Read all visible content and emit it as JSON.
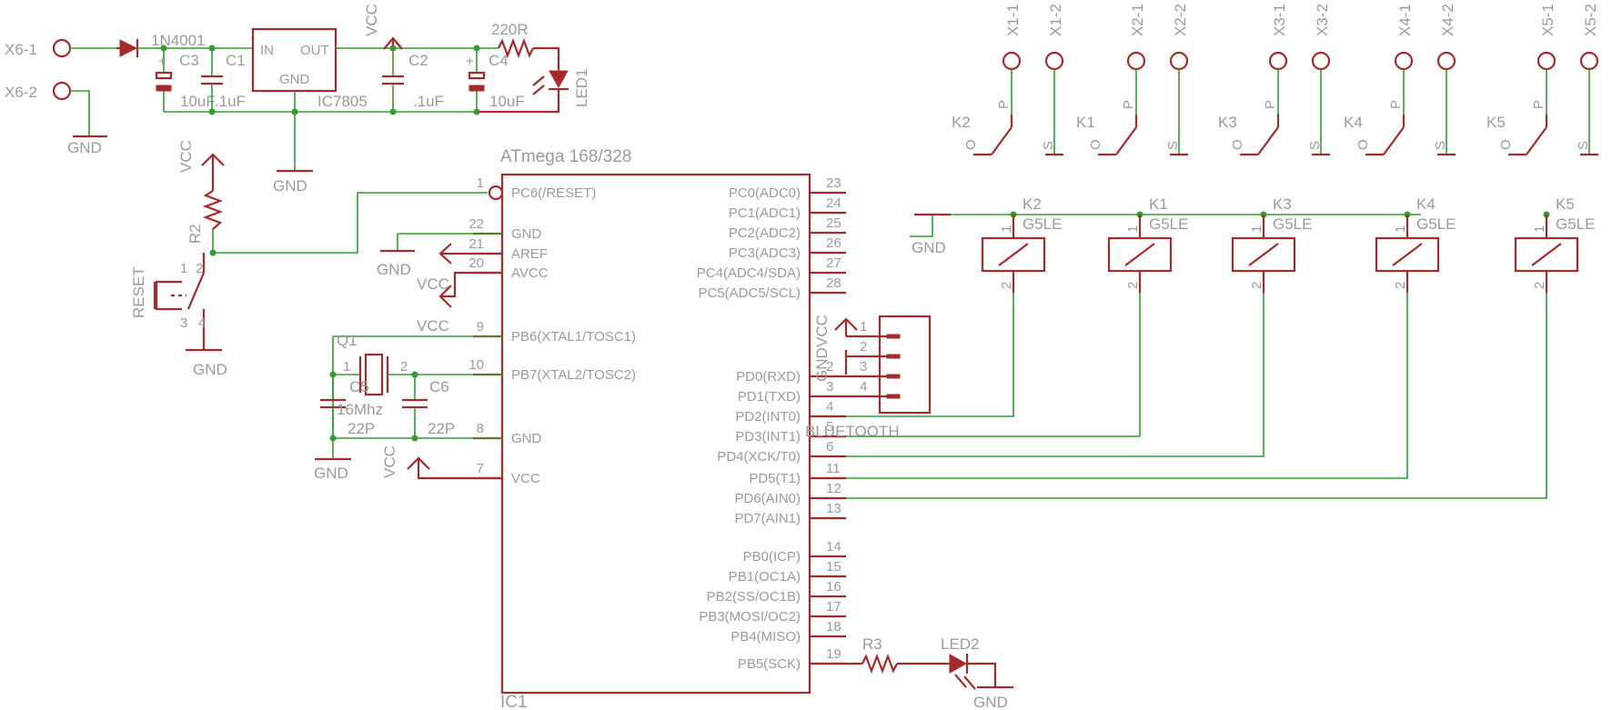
{
  "power": {
    "x6_1": "X6-1",
    "x6_2": "X6-2",
    "diode": "1N4001",
    "c3": "C3",
    "c1": "C1",
    "c2": "C2",
    "c4": "C4",
    "reg": "IC7805",
    "reg_in": "IN",
    "reg_out": "OUT",
    "reg_gnd": "GND",
    "vcc": "VCC",
    "c3_val": "10uF",
    "c1_val": ".1uF",
    "c2_val": ".1uF",
    "c4_val": "10uF",
    "r_led": "220R",
    "led1": "LED1",
    "gnd": "GND"
  },
  "reset": {
    "vcc": "VCC",
    "r2": "R2",
    "label": "RESET",
    "pin1": "1",
    "pin2": "2",
    "pin3": "3",
    "pin4": "4",
    "gnd": "GND"
  },
  "mcu": {
    "title": "ATmega 168/328",
    "ref": "IC1",
    "left_pins": [
      {
        "num": "1",
        "name": "PC6(/RESET)"
      },
      {
        "num": "22",
        "name": "GND"
      },
      {
        "num": "21",
        "name": "AREF"
      },
      {
        "num": "20",
        "name": "AVCC"
      },
      {
        "num": "9",
        "name": "PB6(XTAL1/TOSC1)"
      },
      {
        "num": "10",
        "name": "PB7(XTAL2/TOSC2)"
      },
      {
        "num": "8",
        "name": "GND"
      },
      {
        "num": "7",
        "name": "VCC"
      }
    ],
    "right_pins": [
      {
        "num": "23",
        "name": "PC0(ADC0)"
      },
      {
        "num": "24",
        "name": "PC1(ADC1)"
      },
      {
        "num": "25",
        "name": "PC2(ADC2)"
      },
      {
        "num": "26",
        "name": "PC3(ADC3)"
      },
      {
        "num": "27",
        "name": "PC4(ADC4/SDA)"
      },
      {
        "num": "28",
        "name": "PC5(ADC5/SCL)"
      },
      {
        "num": "2",
        "name": "PD0(RXD)"
      },
      {
        "num": "3",
        "name": "PD1(TXD)"
      },
      {
        "num": "4",
        "name": "PD2(INT0)"
      },
      {
        "num": "5",
        "name": "PD3(INT1)"
      },
      {
        "num": "6",
        "name": "PD4(XCK/T0)"
      },
      {
        "num": "11",
        "name": "PD5(T1)"
      },
      {
        "num": "12",
        "name": "PD6(AIN0)"
      },
      {
        "num": "13",
        "name": "PD7(AIN1)"
      },
      {
        "num": "14",
        "name": "PB0(ICP)"
      },
      {
        "num": "15",
        "name": "PB1(OC1A)"
      },
      {
        "num": "16",
        "name": "PB2(SS/OC1B)"
      },
      {
        "num": "17",
        "name": "PB3(MOSI/OC2)"
      },
      {
        "num": "18",
        "name": "PB4(MISO)"
      },
      {
        "num": "19",
        "name": "PB5(SCK)"
      }
    ]
  },
  "nets": {
    "gnd": "GND",
    "vcc": "VCC"
  },
  "crystal": {
    "q1": "Q1",
    "pin1": "1",
    "pin2": "2",
    "c5": "C5",
    "c6": "C6",
    "freq": "16Mhz",
    "c5_val": "22P",
    "c6_val": "22P",
    "gnd": "GND"
  },
  "bluetooth": {
    "label": "BLUETOOTH",
    "vcc": "VCC",
    "gnd": "GND",
    "pins": [
      "1",
      "2",
      "3",
      "4"
    ]
  },
  "relays": [
    {
      "ref": "K2",
      "type": "G5LE",
      "p1": "1",
      "p2": "2"
    },
    {
      "ref": "K1",
      "type": "G5LE",
      "p1": "1",
      "p2": "2"
    },
    {
      "ref": "K3",
      "type": "G5LE",
      "p1": "1",
      "p2": "2"
    },
    {
      "ref": "K4",
      "type": "G5LE",
      "p1": "1",
      "p2": "2"
    },
    {
      "ref": "K5",
      "type": "G5LE",
      "p1": "1",
      "p2": "2"
    }
  ],
  "relay_gnd": "GND",
  "contacts": [
    {
      "k": "K2",
      "a": "X1-1",
      "b": "X1-2",
      "p": "P",
      "o": "O",
      "s": "S"
    },
    {
      "k": "K1",
      "a": "X2-1",
      "b": "X2-2",
      "p": "P",
      "o": "O",
      "s": "S"
    },
    {
      "k": "K3",
      "a": "X3-1",
      "b": "X3-2",
      "p": "P",
      "o": "O",
      "s": "S"
    },
    {
      "k": "K4",
      "a": "X4-1",
      "b": "X4-2",
      "p": "P",
      "o": "O",
      "s": "S"
    },
    {
      "k": "K5",
      "a": "X5-1",
      "b": "X5-2",
      "p": "P",
      "o": "O",
      "s": "S"
    }
  ],
  "status_led": {
    "r3": "R3",
    "led2": "LED2",
    "gnd": "GND"
  }
}
